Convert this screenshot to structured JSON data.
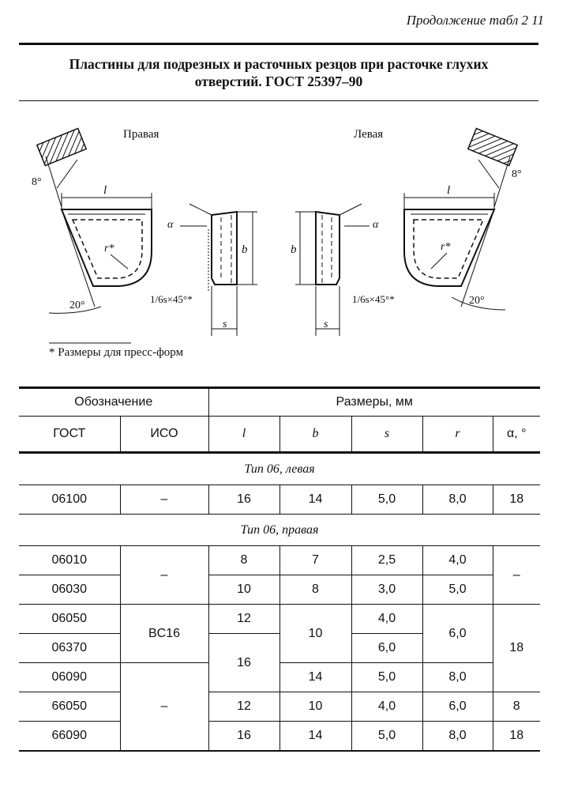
{
  "header": {
    "continuation": "Продолжение табл 2 11"
  },
  "title": {
    "line1": "Пластины для подрезных и расточных резцов при расточке глухих",
    "line2": "отверстий. ГОСТ 25397–90"
  },
  "drawing": {
    "right_label": "Правая",
    "left_label": "Левая",
    "dim_l": "l",
    "dim_b": "b",
    "dim_r": "r*",
    "dim_s": "s",
    "angle_alpha": "α",
    "angle_8": "8°",
    "angle_20": "20°",
    "chamfer": "1/6s×45°*"
  },
  "footnote": "* Размеры для пресс-форм",
  "table": {
    "group_designation": "Обозначение",
    "group_sizes": "Размеры, мм",
    "col_gost": "ГОСТ",
    "col_iso": "ИСО",
    "col_l": "l",
    "col_b": "b",
    "col_s": "s",
    "col_r": "r",
    "col_alpha": "α, °",
    "section_left": "Тип 06, левая",
    "section_right": "Тип 06, правая",
    "rows": [
      {
        "gost": "06100",
        "iso": "–",
        "l": "16",
        "b": "14",
        "s": "5,0",
        "r": "8,0",
        "alpha": "18"
      },
      {
        "gost": "06010",
        "iso": "–",
        "l": "8",
        "b": "7",
        "s": "2,5",
        "r": "4,0",
        "alpha": "–"
      },
      {
        "gost": "06030",
        "l": "10",
        "b": "8",
        "s": "3,0",
        "r": "5,0"
      },
      {
        "gost": "06050",
        "iso": "BC16",
        "l": "12",
        "b": "10",
        "s": "4,0",
        "r": "6,0",
        "alpha": "18"
      },
      {
        "gost": "06370",
        "l": "16",
        "s": "6,0"
      },
      {
        "gost": "06090",
        "iso": "–",
        "b": "14",
        "s": "5,0",
        "r": "8,0"
      },
      {
        "gost": "66050",
        "l": "12",
        "b": "10",
        "s": "4,0",
        "r": "6,0",
        "alpha": "8"
      },
      {
        "gost": "66090",
        "l": "16",
        "b": "14",
        "s": "5,0",
        "r": "8,0",
        "alpha": "18"
      }
    ]
  }
}
